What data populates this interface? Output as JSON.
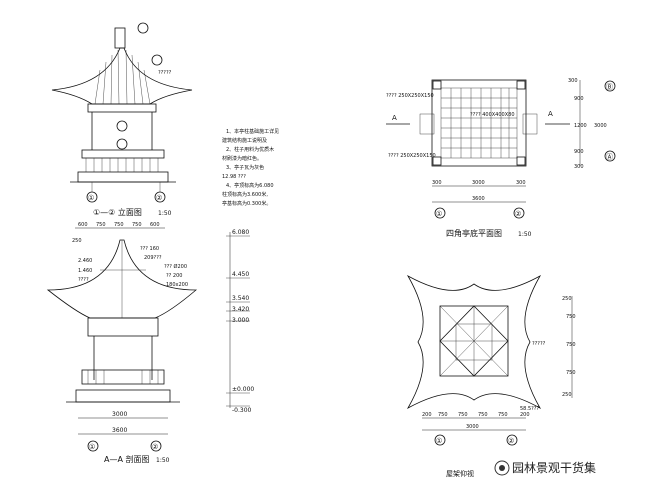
{
  "views": {
    "elevation": {
      "title": "①—② 立面图",
      "scale": "1:50",
      "marker": "?????"
    },
    "section": {
      "title": "A—A 剖面图",
      "scale": "1:50",
      "elevations": [
        "6.080",
        "4.450",
        "3.540",
        "3.420",
        "3.000",
        "±0.000",
        "-0.300"
      ],
      "notes": [
        "2.460",
        "1.460",
        "????",
        "??? 160",
        "209???",
        "??? Ø200",
        "?? 200",
        "180x200"
      ]
    },
    "plan": {
      "title": "四角亭底平面图",
      "scale": "1:50",
      "labels": [
        "???? 250X250X150",
        "???? 400X400X80",
        "???? 250X250X150"
      ],
      "section_mark": "A"
    },
    "roof": {
      "title": "屋架仰视",
      "detail": "?????",
      "bottom_note": "58.5???"
    }
  },
  "notes": {
    "lines": [
      "1、本亭柱基础施工详见",
      "建筑结构施工说明及",
      "2、柱子用料为优质木",
      "材刷漆为暗红色。",
      "3、亭子瓦为灰色",
      "12.98 ???",
      "4、亭顶标高为6.080",
      "柱顶标高为3.600米,",
      "亭基标高为0.300米。"
    ]
  },
  "dims": {
    "elev_bottom": [
      "600",
      "750",
      "750",
      "750",
      "600",
      "250",
      "3000",
      "3600"
    ],
    "plan_right": [
      "300",
      "900",
      "1200",
      "900",
      "300",
      "3000"
    ],
    "plan_bottom": [
      "300",
      "3000",
      "300",
      "3600"
    ],
    "roof_right": [
      "250",
      "750",
      "750",
      "750",
      "250"
    ],
    "roof_bottom": [
      "200",
      "750",
      "750",
      "750",
      "750",
      "200",
      "3000"
    ],
    "grid": [
      "①",
      "②",
      "Ⓐ",
      "Ⓑ"
    ]
  },
  "watermark": {
    "text": "园林景观干货集"
  }
}
